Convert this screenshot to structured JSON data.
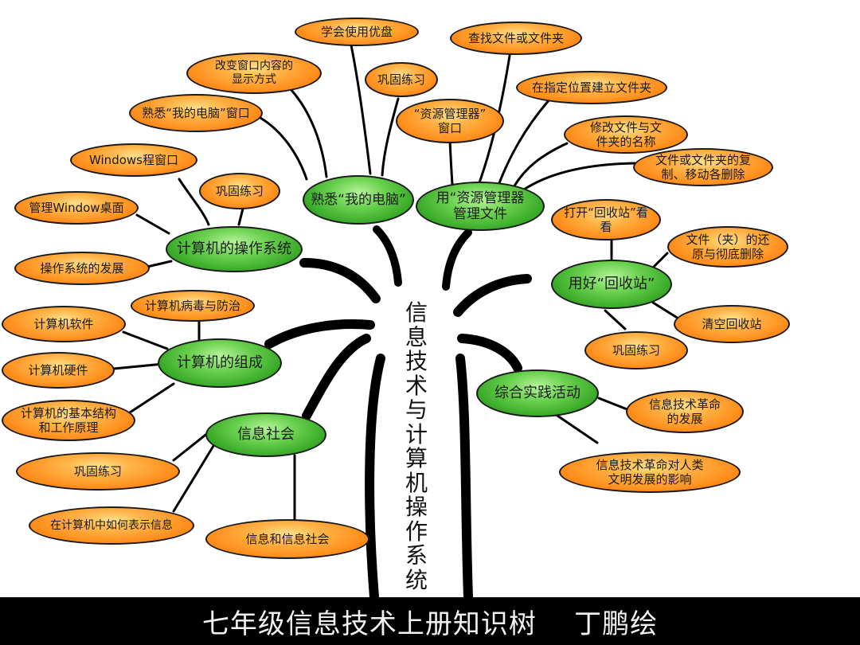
{
  "trunk_label": "信息技术与计算机操作系统",
  "footer": {
    "title": "七年级信息技术上册知识树    丁鹏绘"
  },
  "nodes": {
    "xuehui_youpan": "学会使用优盘",
    "chazhao_wenjian": "查找文件或文件夹",
    "gaibian_chuangkou": "改变窗口内容的\n显示方式",
    "gonggu_1": "巩固练习",
    "zhiding_weizhi": "在指定位置建立文件夹",
    "shuxi_diannao_chuangkou": "熟悉“我的电脑”窗口",
    "ziyuan_chuangkou": "“资源管理器”\n窗口",
    "xiugai_mingcheng": "修改文件与文\n件夹的名称",
    "windows_chuangkou": "Windows程窗口",
    "fuzhi_yidong": "文件或文件夹的复\n制、移动各删除",
    "gonggu_2": "巩固练习",
    "shuxi_diannao": "熟悉“我的电脑”",
    "yong_ziyuan": "用“资源管理器\n管理文件",
    "guanli_zhuomian": "管理Window桌面",
    "dakai_huishouzhan": "打开“回收站”看\n看",
    "caozuo_xitong": "计算机的操作系统",
    "huanyuan_shanchu": "文件（夹）的还\n原与彻底删除",
    "fazhan": "操作系统的发展",
    "yonghao_huishouzhan": "用好“回收站”",
    "bingdu": "计算机病毒与防治",
    "ruanjian": "计算机软件",
    "qingkong": "清空回收站",
    "zucheng": "计算机的组成",
    "gonggu_3": "巩固练习",
    "yingjian": "计算机硬件",
    "zonghe_shijian": "综合实践活动",
    "jiben_jiegou": "计算机的基本结构\n和工作原理",
    "geming_fazhan": "信息技术革命\n的发展",
    "xinxi_shehui": "信息社会",
    "gonggu_4": "巩固练习",
    "geming_yingxiang": "信息技术革命对人类\n文明发展的影响",
    "biaoshi_xinxi": "在计算机中如何表示信息",
    "xinxi_he_shehui": "信息和信息社会"
  },
  "colors": {
    "leaf_fill": "#ff8c1a",
    "branch_fill": "#34a624",
    "trunk": "#000000",
    "footer_bg": "#000000",
    "footer_text": "#f2f2f2"
  }
}
